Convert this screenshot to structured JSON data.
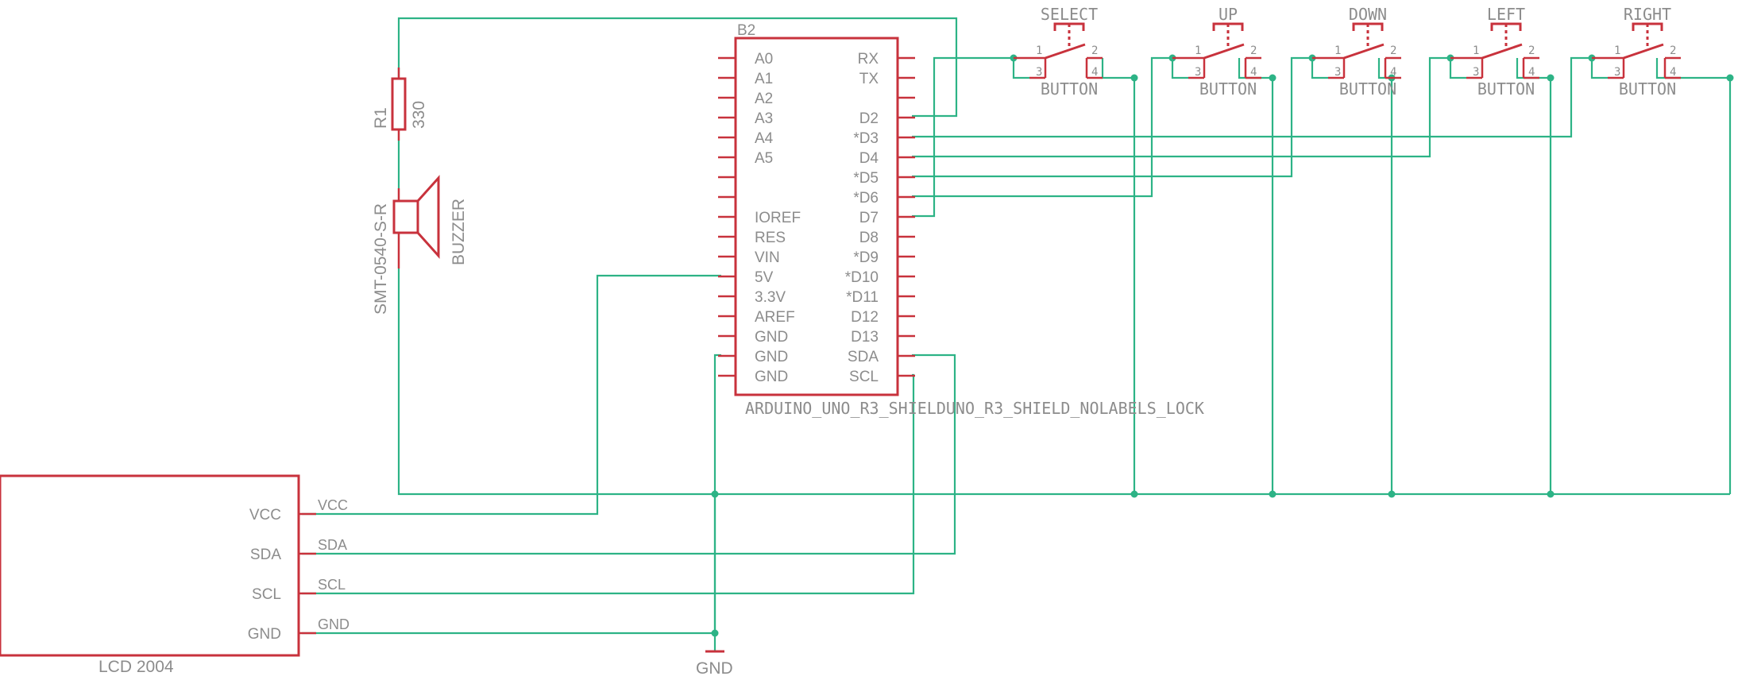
{
  "arduino": {
    "name": "B2",
    "value": "ARDUINO_UNO_R3_SHIELDUNO_R3_SHIELD_NOLABELS_LOCK",
    "left_pins": [
      "A0",
      "A1",
      "A2",
      "A3",
      "A4",
      "A5",
      "",
      "",
      "IOREF",
      "RES",
      "VIN",
      "5V",
      "3.3V",
      "AREF",
      "GND",
      "GND",
      "GND"
    ],
    "right_pins": [
      "RX",
      "TX",
      "",
      "D2",
      "*D3",
      "D4",
      "*D5",
      "*D6",
      "D7",
      "D8",
      "*D9",
      "*D10",
      "*D11",
      "D12",
      "D13",
      "SDA",
      "SCL"
    ]
  },
  "resistor": {
    "name": "R1",
    "value": "330"
  },
  "buzzer": {
    "name": "SMT-0540-S-R",
    "value": "BUZZER"
  },
  "buttons": [
    {
      "name": "SELECT",
      "value": "BUTTON",
      "pins": [
        "1",
        "2",
        "3",
        "4"
      ]
    },
    {
      "name": "UP",
      "value": "BUTTON",
      "pins": [
        "1",
        "2",
        "3",
        "4"
      ]
    },
    {
      "name": "DOWN",
      "value": "BUTTON",
      "pins": [
        "1",
        "2",
        "3",
        "4"
      ]
    },
    {
      "name": "LEFT",
      "value": "BUTTON",
      "pins": [
        "1",
        "2",
        "3",
        "4"
      ]
    },
    {
      "name": "RIGHT",
      "value": "BUTTON",
      "pins": [
        "1",
        "2",
        "3",
        "4"
      ]
    }
  ],
  "lcd": {
    "name": "LCD 2004",
    "pins": [
      "VCC",
      "SDA",
      "SCL",
      "GND"
    ],
    "nets": [
      "VCC",
      "SDA",
      "SCL",
      "GND"
    ]
  },
  "gnd_label": "GND",
  "colors": {
    "part": "#c8323c",
    "wire": "#2db386",
    "text": "#8c8c8c"
  }
}
